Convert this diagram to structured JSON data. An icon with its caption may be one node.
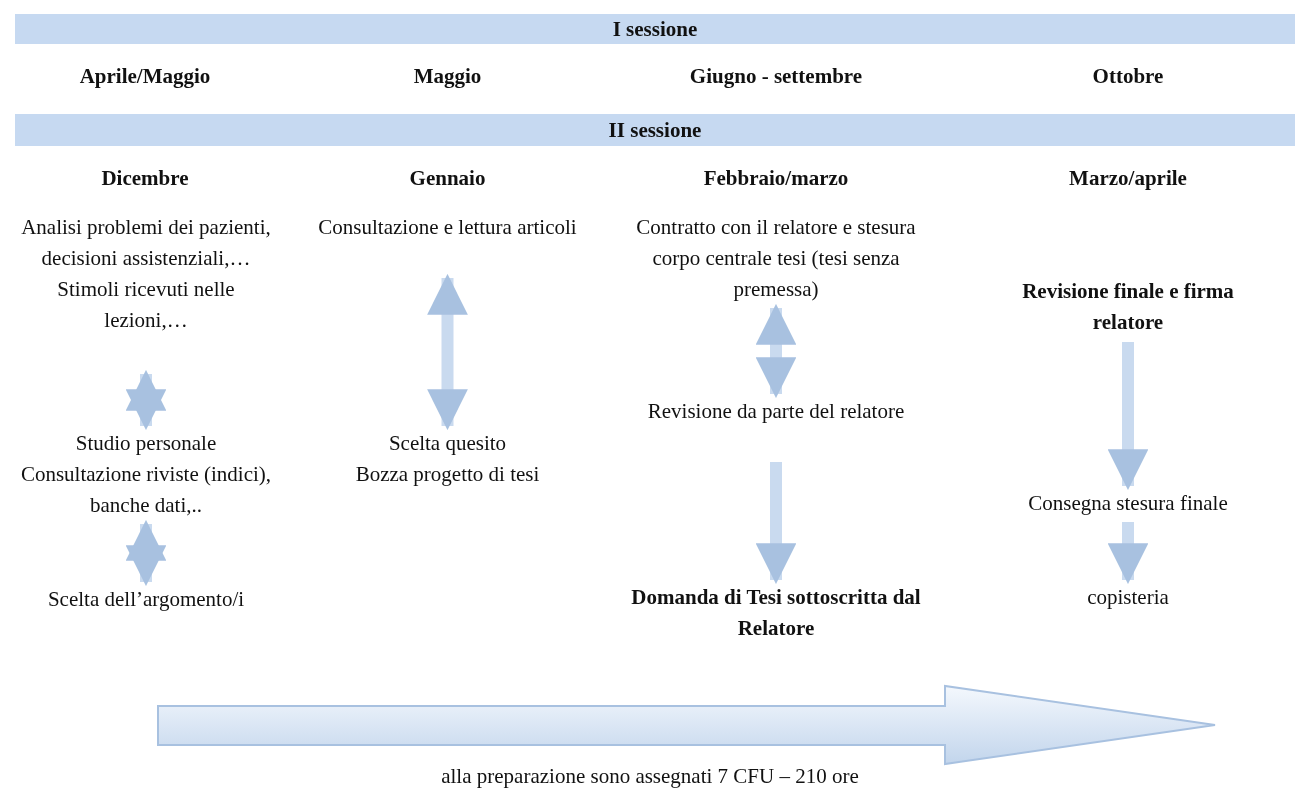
{
  "diagram": {
    "nodes": [
      {
        "text": [
          "I sessione"
        ]
      },
      {
        "text": [
          "II sessione"
        ]
      },
      {
        "text": [
          "Analisi problemi dei pazienti, decisioni assistenziali,…",
          "Stimoli ricevuti nelle lezioni,…"
        ]
      },
      {
        "text": [
          "Studio personale",
          "Consultazione riviste (indici), banche dati,.."
        ]
      },
      {
        "text": [
          "Scelta dell’argomento/i"
        ]
      },
      {
        "text": [
          "Consultazione e lettura articoli"
        ]
      },
      {
        "text": [
          "Scelta quesito",
          "Bozza progetto di tesi"
        ]
      },
      {
        "text": [
          "Contratto con il relatore e stesura corpo centrale  tesi (tesi senza premessa)"
        ]
      },
      {
        "text": [
          "Revisione da parte del relatore"
        ]
      },
      {
        "text": [
          "Domanda di Tesi sottoscritta dal Relatore"
        ]
      },
      {
        "text": [
          "Revisione finale e firma relatore"
        ]
      },
      {
        "text": [
          "Consegna stesura finale"
        ]
      },
      {
        "text": [
          "copisteria"
        ]
      }
    ],
    "edges": [
      {
        "from": 2,
        "to": 3,
        "arrow": "both"
      },
      {
        "from": 3,
        "to": 4,
        "arrow": "both"
      },
      {
        "from": 5,
        "to": 6,
        "arrow": "both"
      },
      {
        "from": 7,
        "to": 8,
        "arrow": "both"
      },
      {
        "from": 8,
        "to": 9,
        "arrow": "to"
      },
      {
        "from": 10,
        "to": 11,
        "arrow": "to"
      },
      {
        "from": 11,
        "to": 12,
        "arrow": "to"
      }
    ],
    "labels": [
      "Aprile/Maggio",
      "Maggio",
      "Giugno - settembre",
      "Ottobre",
      "Dicembre",
      "Gennaio",
      "Febbraio/marzo",
      "Marzo/aprile",
      "alla preparazione sono assegnati 7 CFU – 210 ore"
    ]
  }
}
